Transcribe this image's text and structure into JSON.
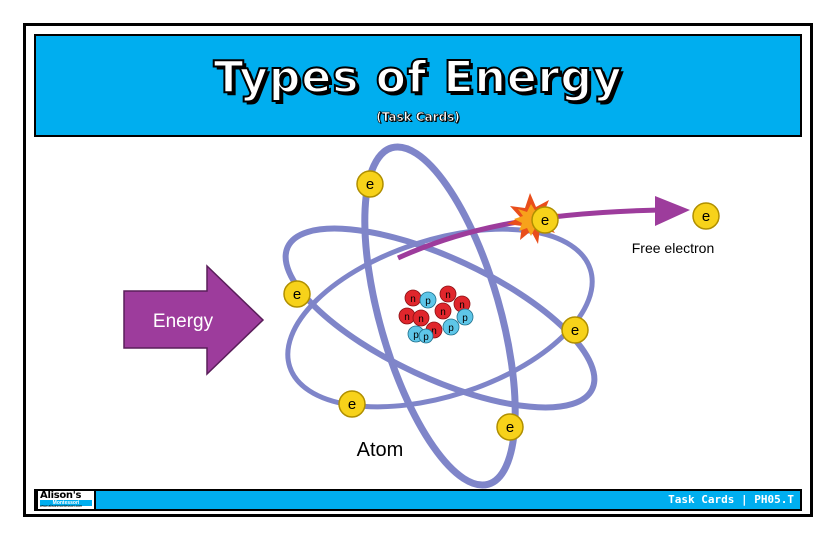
{
  "header": {
    "title": "Types of Energy",
    "subtitle": "(Task Cards)"
  },
  "diagram": {
    "energy_label": "Energy",
    "atom_label": "Atom",
    "free_electron_label": "Free electron",
    "electron_symbol": "e",
    "proton_symbol": "p",
    "neutron_symbol": "n",
    "colors": {
      "orbit": "#7f85c9",
      "electron": "#f7d21a",
      "arrow": "#9d3c9c",
      "proton": "#5ec6e8",
      "neutron": "#e0262c",
      "header_bg": "#00aeef"
    }
  },
  "footer": {
    "code": "Task Cards | PH05.T",
    "logo_name": "Alison's",
    "logo_sub": "Montessori",
    "logo_url": "www.alisonmontessori.com"
  }
}
